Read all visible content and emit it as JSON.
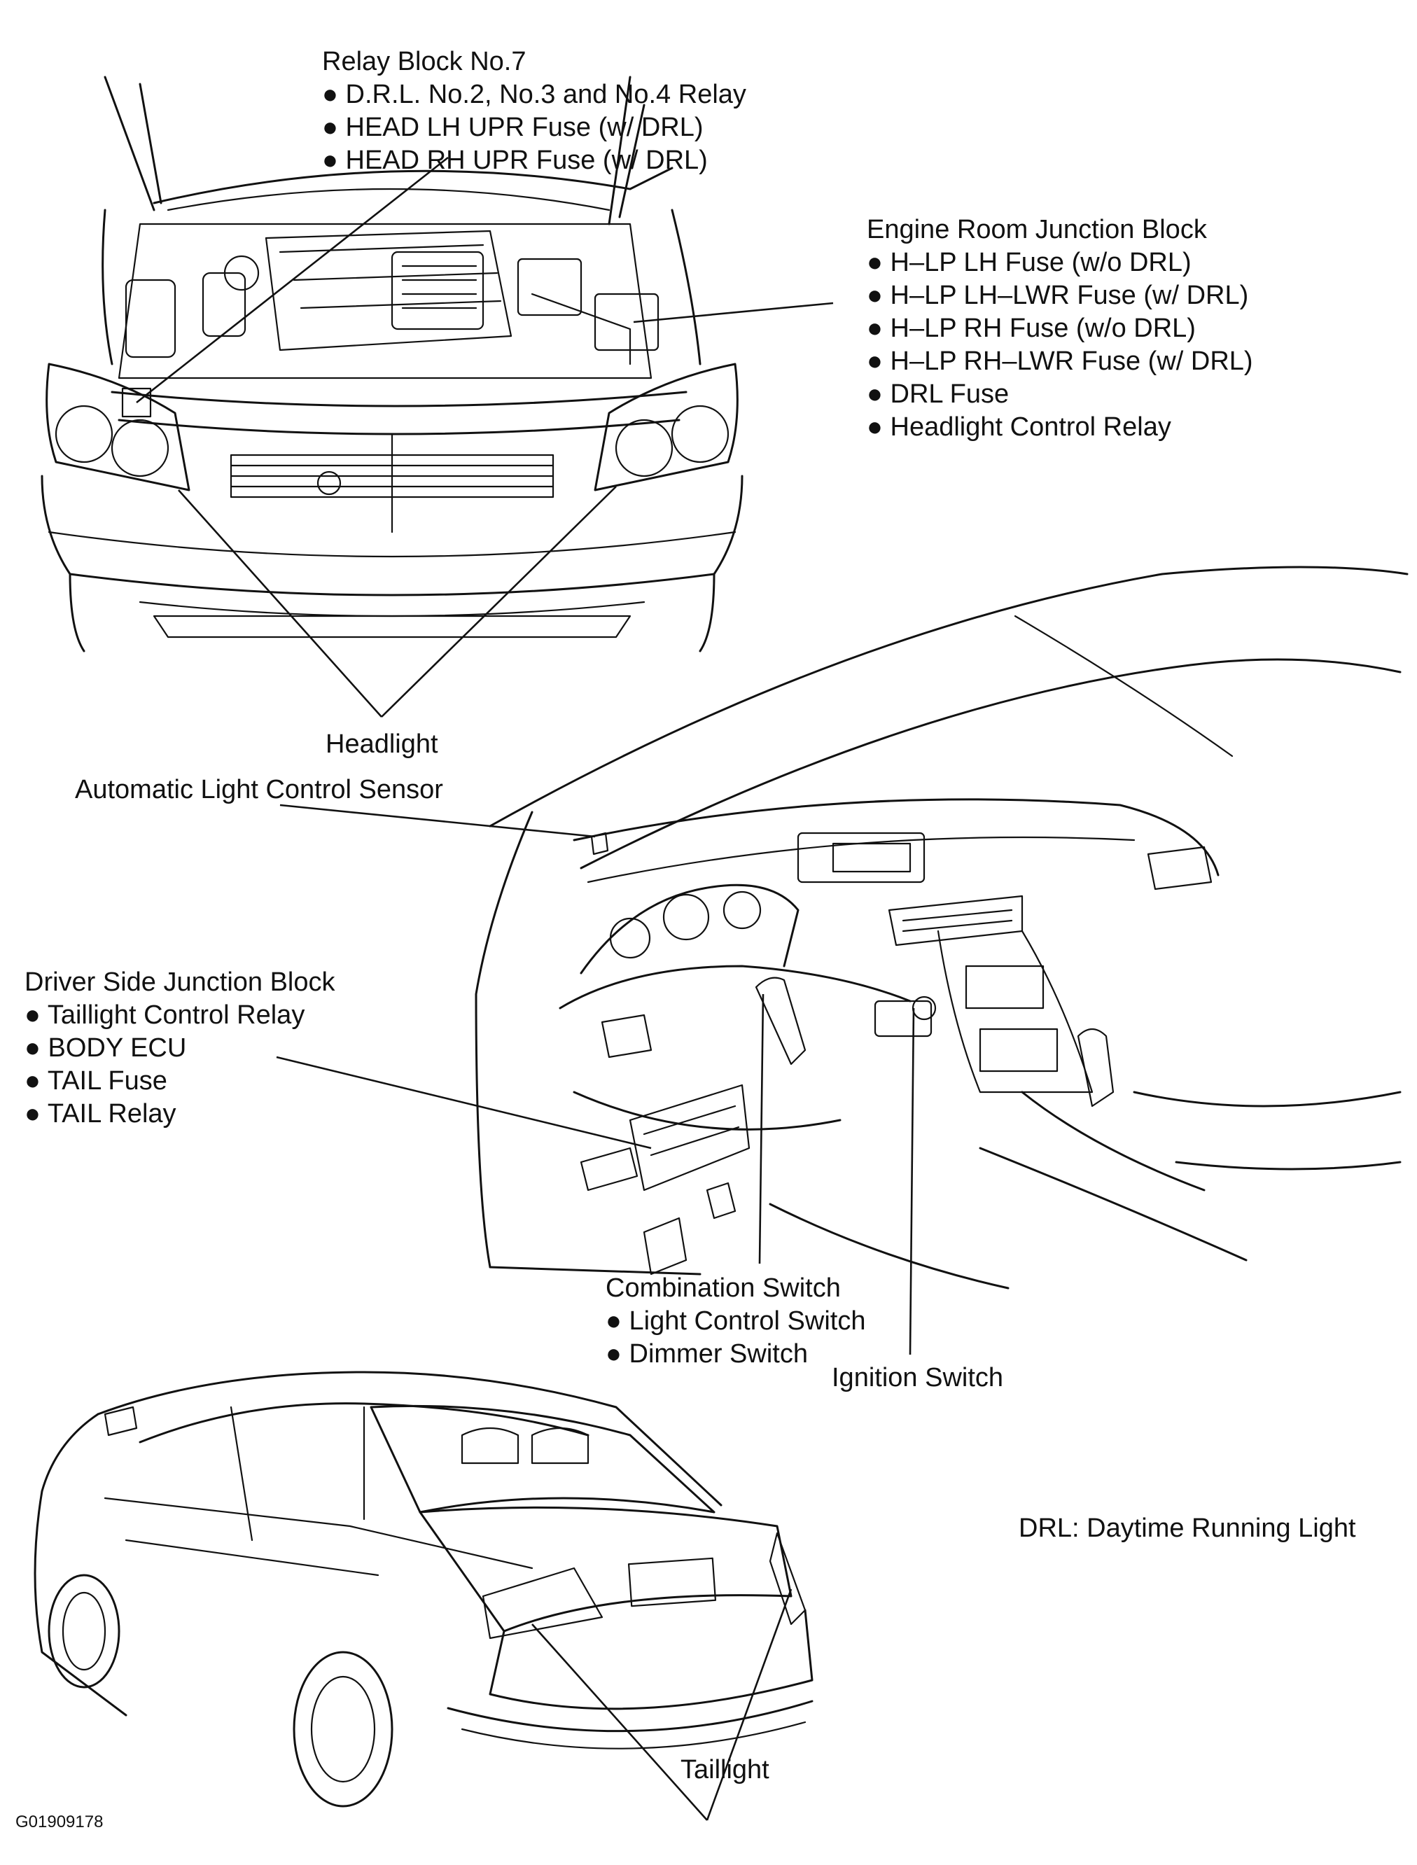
{
  "colors": {
    "ink": "#111111",
    "background": "#ffffff"
  },
  "labels": {
    "relay_block_7": {
      "title": "Relay Block No.7",
      "items": [
        "● D.R.L. No.2, No.3 and No.4 Relay",
        "● HEAD LH UPR Fuse (w/ DRL)",
        "● HEAD RH UPR Fuse (w/ DRL)"
      ]
    },
    "engine_room_junction_block": {
      "title": "Engine Room Junction Block",
      "items": [
        "● H–LP LH Fuse (w/o DRL)",
        "● H–LP LH–LWR Fuse (w/ DRL)",
        "● H–LP RH Fuse (w/o DRL)",
        "● H–LP RH–LWR Fuse (w/ DRL)",
        "● DRL Fuse",
        "● Headlight Control Relay"
      ]
    },
    "headlight": "Headlight",
    "automatic_light_control_sensor": "Automatic Light Control Sensor",
    "driver_side_junction_block": {
      "title": "Driver Side Junction Block",
      "items": [
        "● Taillight Control Relay",
        "● BODY ECU",
        "● TAIL Fuse",
        "● TAIL Relay"
      ]
    },
    "combination_switch": {
      "title": "Combination Switch",
      "items": [
        "● Light Control Switch",
        "● Dimmer Switch"
      ]
    },
    "ignition_switch": "Ignition Switch",
    "drl_legend": "DRL: Daytime Running Light",
    "taillight": "Taillight",
    "figure_code": "G01909178"
  }
}
